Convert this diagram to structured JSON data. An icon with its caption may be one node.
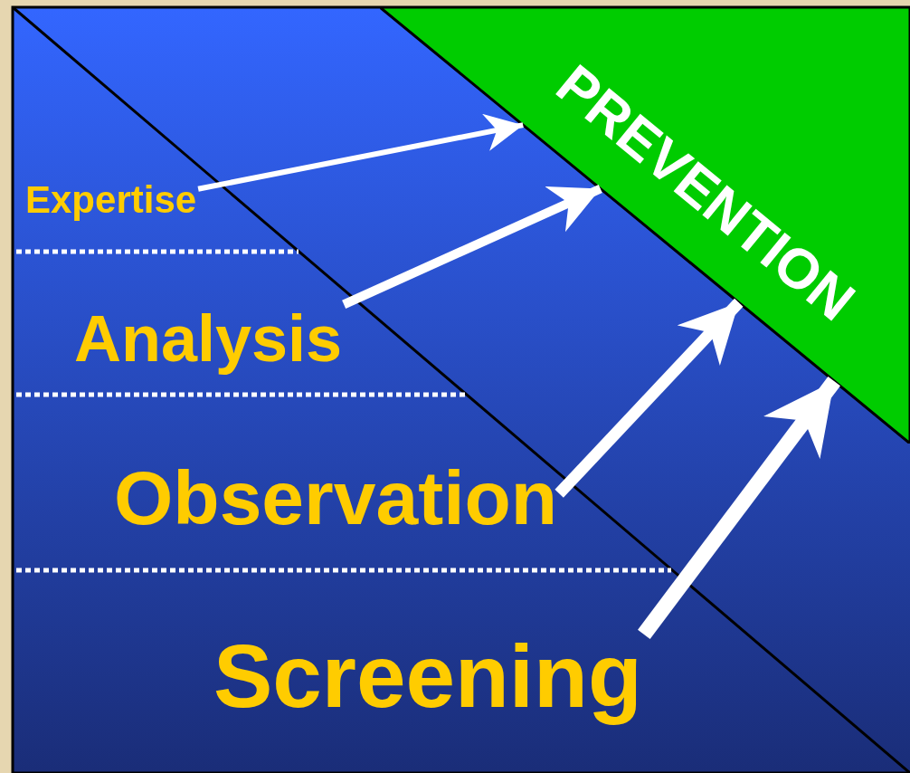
{
  "diagram": {
    "nodes": [
      {
        "text": [
          "Expertise"
        ]
      },
      {
        "text": [
          "Analysis"
        ]
      },
      {
        "text": [
          "Observation"
        ]
      },
      {
        "text": [
          "Screening"
        ]
      },
      {
        "text": [
          "PREVENTION"
        ]
      }
    ],
    "edges": [
      {
        "from": 0,
        "to": 4,
        "arrow": "to"
      },
      {
        "from": 1,
        "to": 4,
        "arrow": "to"
      },
      {
        "from": 2,
        "to": 4,
        "arrow": "to"
      },
      {
        "from": 3,
        "to": 4,
        "arrow": "to"
      }
    ]
  }
}
